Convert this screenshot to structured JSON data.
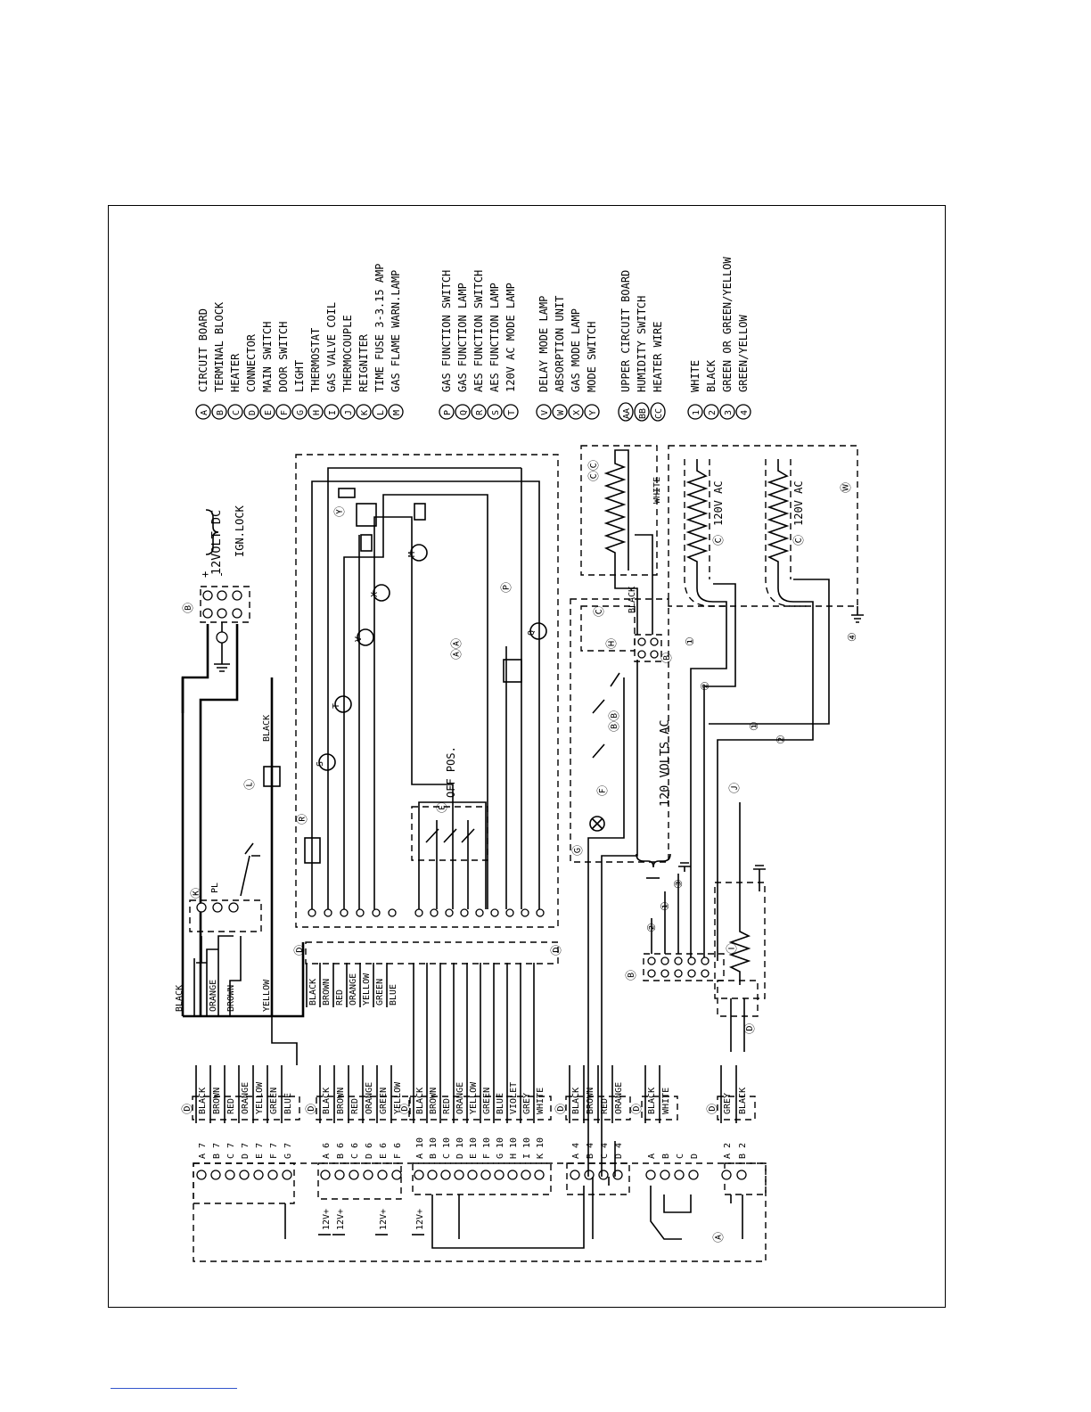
{
  "legend": {
    "groups": [
      [
        {
          "code": "A",
          "text": "CIRCUIT BOARD"
        },
        {
          "code": "B",
          "text": "TERMINAL BLOCK"
        },
        {
          "code": "C",
          "text": "HEATER"
        },
        {
          "code": "D",
          "text": "CONNECTOR"
        },
        {
          "code": "E",
          "text": "MAIN SWITCH"
        },
        {
          "code": "F",
          "text": "DOOR SWITCH"
        },
        {
          "code": "G",
          "text": "LIGHT"
        },
        {
          "code": "H",
          "text": "THERMOSTAT"
        },
        {
          "code": "I",
          "text": "GAS VALVE COIL"
        },
        {
          "code": "J",
          "text": "THERMOCOUPLE"
        },
        {
          "code": "K",
          "text": "REIGNITER"
        },
        {
          "code": "L",
          "text": "TIME FUSE 3-3.15 AMP"
        },
        {
          "code": "M",
          "text": "GAS FLAME WARN.LAMP"
        }
      ],
      [
        {
          "code": "P",
          "text": "GAS FUNCTION SWITCH"
        },
        {
          "code": "Q",
          "text": "GAS FUNCTION LAMP"
        },
        {
          "code": "R",
          "text": "AES FUNCTION SWITCH"
        },
        {
          "code": "S",
          "text": "AES FUNCTION LAMP"
        },
        {
          "code": "T",
          "text": "120V AC MODE LAMP"
        }
      ],
      [
        {
          "code": "V",
          "text": "DELAY MODE LAMP"
        },
        {
          "code": "W",
          "text": "ABSORPTION UNIT"
        },
        {
          "code": "X",
          "text": "GAS MODE LAMP"
        },
        {
          "code": "Y",
          "text": "MODE SWITCH"
        }
      ],
      [
        {
          "code": "AA",
          "text": "UPPER CIRCUIT BOARD"
        },
        {
          "code": "BB",
          "text": "HUMIDITY SWITCH"
        },
        {
          "code": "CC",
          "text": "HEATER WIRE"
        }
      ],
      [
        {
          "code": "1",
          "text": "WHITE"
        },
        {
          "code": "2",
          "text": "BLACK"
        },
        {
          "code": "3",
          "text": "GREEN OR GREEN/YELLOW"
        },
        {
          "code": "4",
          "text": "GREEN/YELLOW"
        }
      ]
    ]
  },
  "connectors": [
    {
      "pins": [
        "A",
        "B",
        "C",
        "D",
        "E",
        "F",
        "G"
      ],
      "num": "7",
      "wires": [
        "BLACK",
        "BROWN",
        "RED",
        "ORANGE",
        "YELLOW",
        "GREEN",
        "BLUE"
      ],
      "supply": []
    },
    {
      "pins": [
        "A",
        "B",
        "C",
        "D",
        "E",
        "F"
      ],
      "num": "6",
      "wires": [
        "BLACK",
        "BROWN",
        "RED",
        "ORANGE",
        "GREEN",
        "YELLOW"
      ],
      "supply": [
        "12V+",
        "12V+",
        "",
        "",
        "12V+",
        ""
      ]
    },
    {
      "pins": [
        "A",
        "B",
        "C",
        "D",
        "E",
        "F",
        "G",
        "H",
        "I",
        "K"
      ],
      "num": "10",
      "wires": [
        "BLACK",
        "BROWN",
        "RED",
        "ORANGE",
        "YELLOW",
        "GREEN",
        "BLUE",
        "VIOLET",
        "GREY",
        "WHITE"
      ],
      "supply": [
        "12V+",
        "",
        "",
        "",
        "",
        "",
        "",
        "",
        "",
        ""
      ]
    },
    {
      "pins": [
        "A",
        "B",
        "C",
        "D"
      ],
      "num": "4",
      "wires": [
        "BLACK",
        "BROWN",
        "RED",
        "ORANGE"
      ],
      "supply": []
    },
    {
      "pins": [
        "A",
        "B",
        "C",
        "D"
      ],
      "num": "",
      "wires": [
        "BLACK",
        "WHITE"
      ],
      "supply": []
    },
    {
      "pins": [
        "A",
        "B"
      ],
      "num": "2",
      "wires": [
        "GREY",
        "BLACK"
      ],
      "supply": []
    }
  ],
  "upper_connector_wires": [
    "BLACK",
    "BROWN",
    "RED",
    "ORANGE",
    "YELLOW",
    "GREEN",
    "BLUE"
  ],
  "upper_wires": {
    "w1": "BLACK",
    "w2": "ORANGE",
    "w3": "BROWN",
    "w4": "YELLOW",
    "fuse_wire": "BLACK",
    "heater_wire": "BLACK",
    "heater_wire2": "WHITE"
  },
  "labels": {
    "dc_supply": "12VOLT DC",
    "ign_lock": "IGN.LOCK",
    "off_pos": "OFF POS.",
    "ac_volts": "120 VOLTS AC",
    "heater_ac": "120V AC",
    "plus": "+",
    "minus": "-",
    "pl": "PL"
  },
  "markers": [
    "A",
    "B",
    "C",
    "D",
    "E",
    "F",
    "G",
    "H",
    "I",
    "J",
    "K",
    "L",
    "M",
    "P",
    "Q",
    "R",
    "S",
    "T",
    "V",
    "W",
    "X",
    "Y",
    "AA",
    "BB",
    "CC",
    "1",
    "2",
    "3",
    "4"
  ]
}
